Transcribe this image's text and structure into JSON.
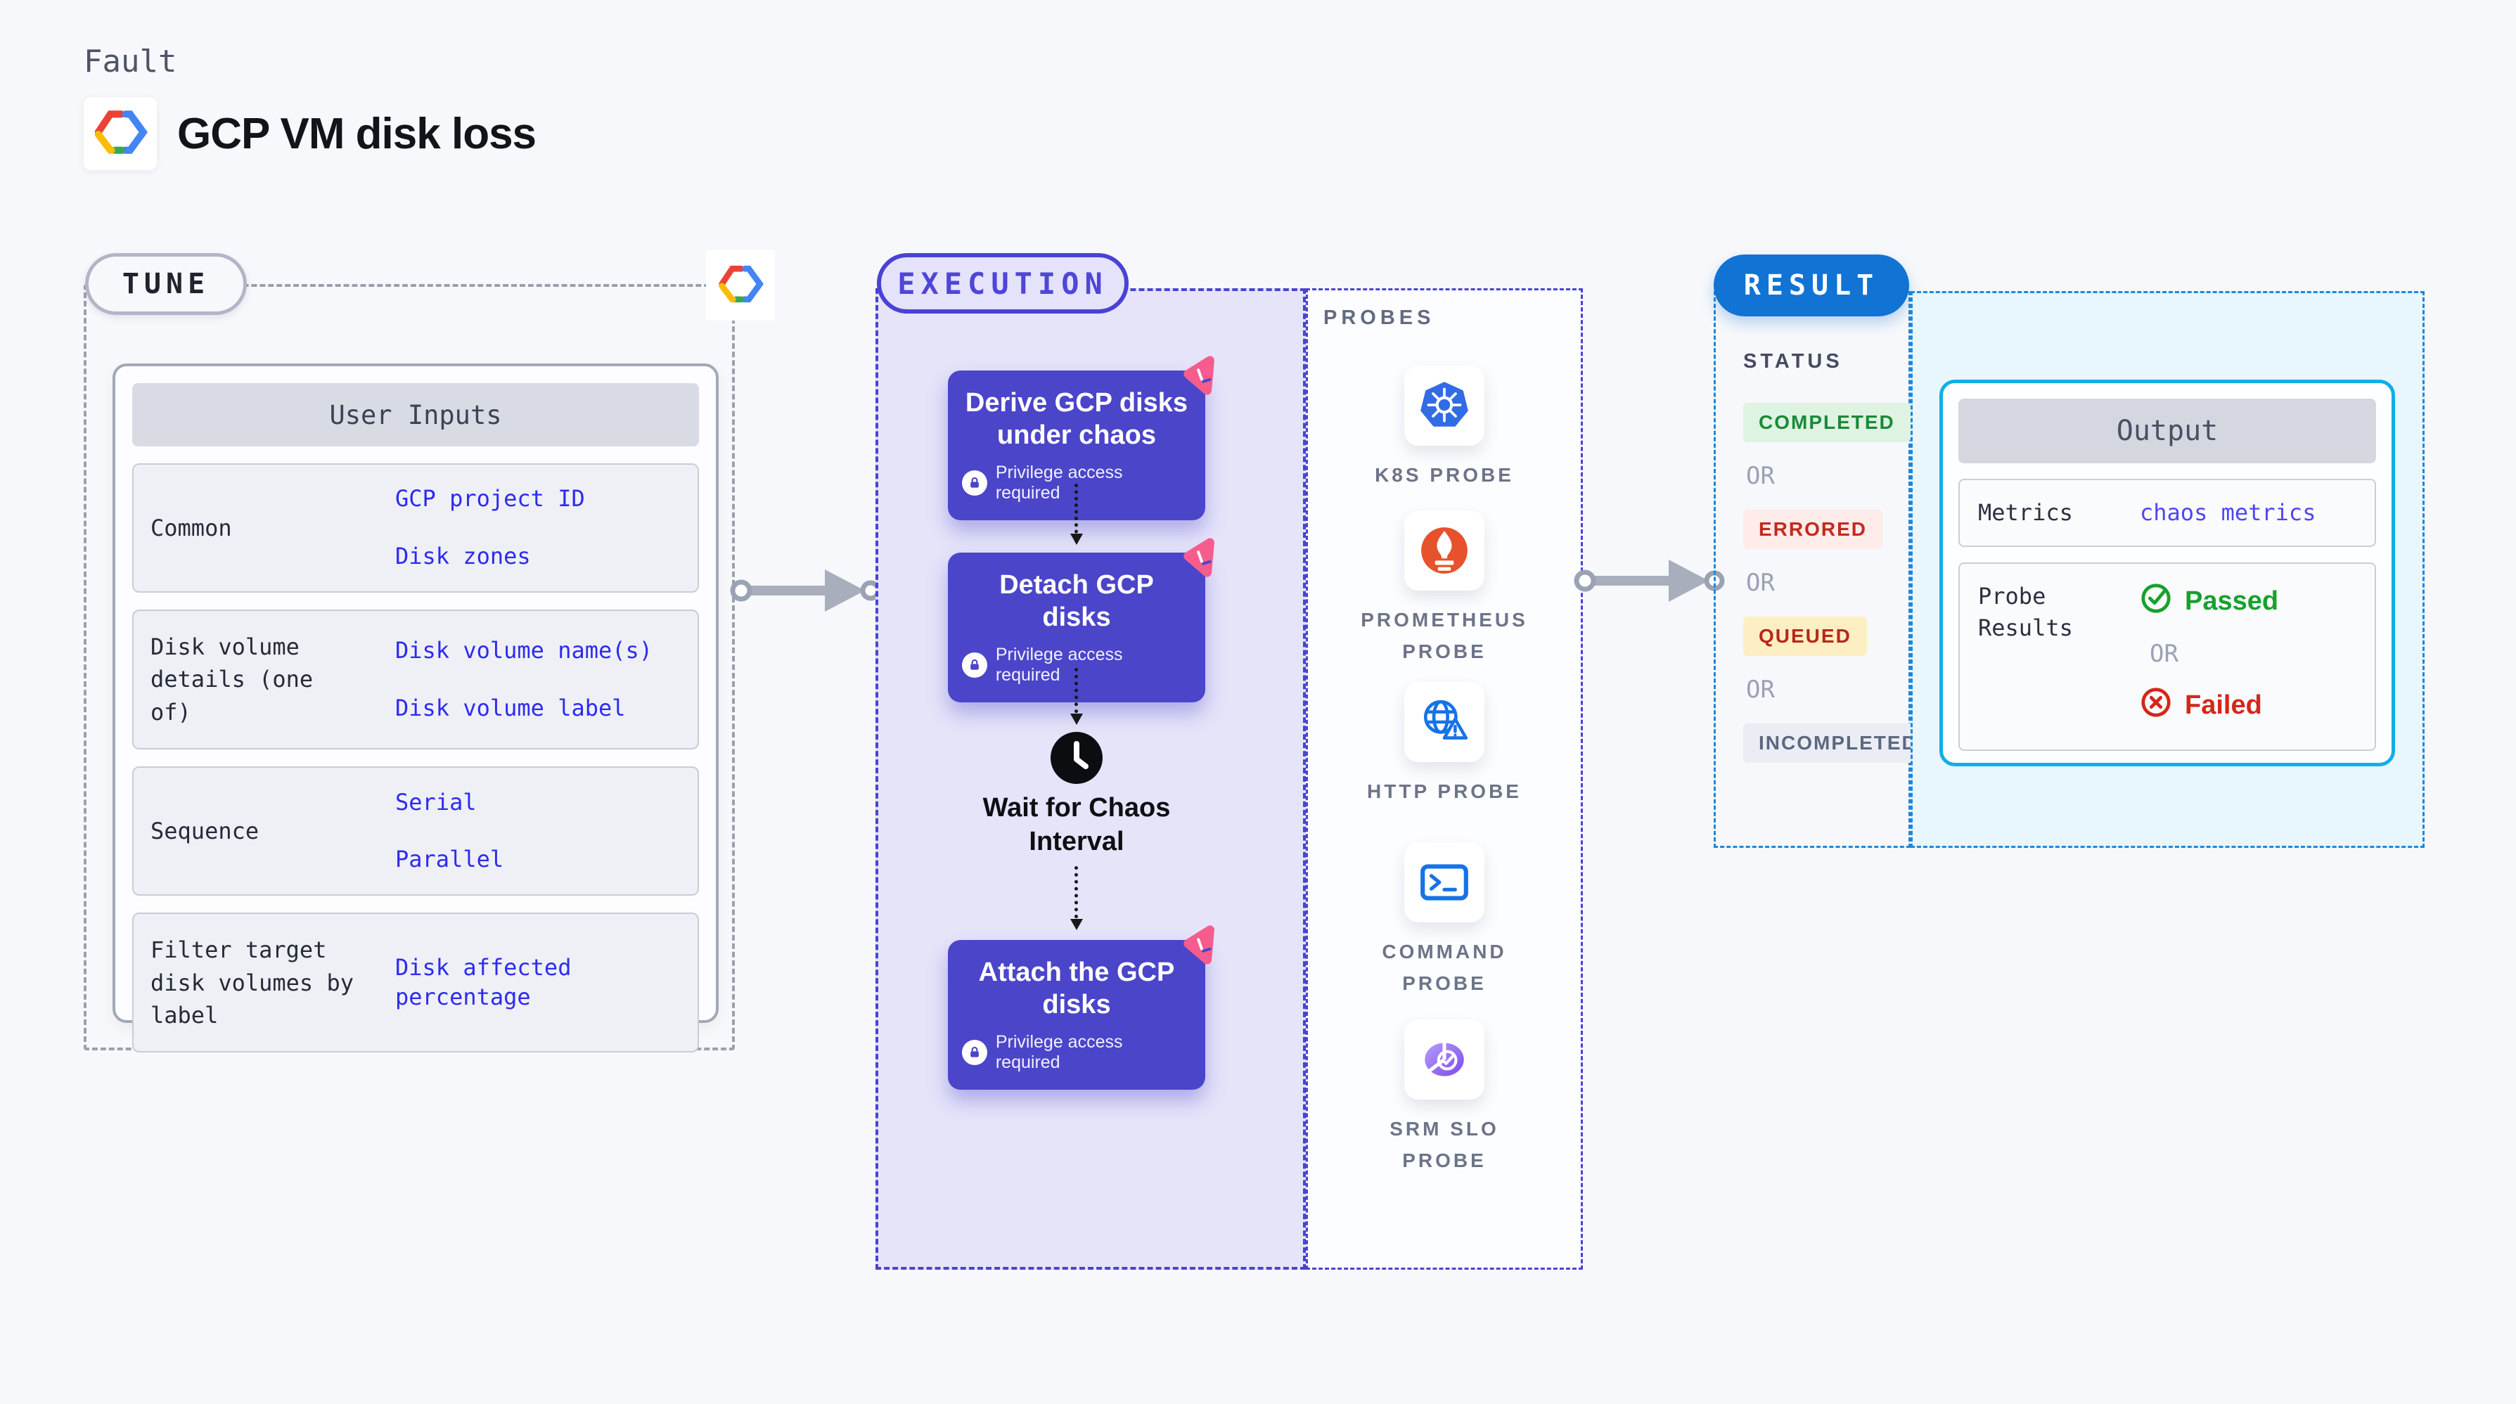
{
  "header": {
    "kind_label": "Fault",
    "title": "GCP VM disk loss"
  },
  "tune": {
    "badge": "TUNE",
    "user_inputs": {
      "header": "User Inputs",
      "rows": [
        {
          "label": "Common",
          "values": [
            "GCP project ID",
            "Disk zones"
          ]
        },
        {
          "label": "Disk volume details (one of)",
          "values": [
            "Disk volume name(s)",
            "Disk volume label"
          ]
        },
        {
          "label": "Sequence",
          "values": [
            "Serial",
            "Parallel"
          ]
        },
        {
          "label": "Filter target disk volumes by label",
          "values": [
            "Disk affected percentage"
          ]
        }
      ]
    }
  },
  "execution": {
    "badge": "EXECUTION",
    "privilege_label": "Privilege access required",
    "nodes": [
      {
        "title": "Derive GCP disks under chaos"
      },
      {
        "title": "Detach GCP disks"
      },
      {
        "title": "Attach the GCP disks"
      }
    ],
    "wait_label": "Wait for Chaos Interval"
  },
  "probes": {
    "title": "PROBES",
    "items": [
      {
        "label": "K8S PROBE",
        "icon": "kubernetes-icon"
      },
      {
        "label": "PROMETHEUS PROBE",
        "icon": "prometheus-icon"
      },
      {
        "label": "HTTP PROBE",
        "icon": "http-globe-warning-icon"
      },
      {
        "label": "COMMAND PROBE",
        "icon": "terminal-icon"
      },
      {
        "label": "SRM SLO PROBE",
        "icon": "slo-pie-check-icon"
      }
    ]
  },
  "result": {
    "badge": "RESULT",
    "status_title": "STATUS",
    "or_label": "OR",
    "statuses": [
      {
        "label": "COMPLETED",
        "color": "#1b8a38",
        "bg": "#def3e1"
      },
      {
        "label": "ERRORED",
        "color": "#c5281c",
        "bg": "#fdecea"
      },
      {
        "label": "QUEUED",
        "color": "#b8271b",
        "bg": "#fdefc3"
      },
      {
        "label": "INCOMPLETED",
        "color": "#5d687f",
        "bg": "#ebedf4"
      }
    ],
    "output": {
      "header": "Output",
      "metrics_label": "Metrics",
      "metrics_value": "chaos metrics",
      "probe_results_label": "Probe Results",
      "passed_label": "Passed",
      "failed_label": "Failed"
    }
  },
  "colors": {
    "page_bg": "#f7f8fb",
    "node_indigo": "#4b45ca",
    "execution_bg": "#e5e4f9",
    "execution_dash": "#4a43d3",
    "tune_dash": "#9aa1ab",
    "result_dash": "#1f87da",
    "result_pill_bg": "#1173d4",
    "output_border": "#10afe6",
    "output_bg": "#e8f6fd",
    "value_blue": "#2e2bef",
    "chaos_pink": "#f65c8e",
    "passed_green": "#17a12e",
    "failed_red": "#d4271a"
  }
}
